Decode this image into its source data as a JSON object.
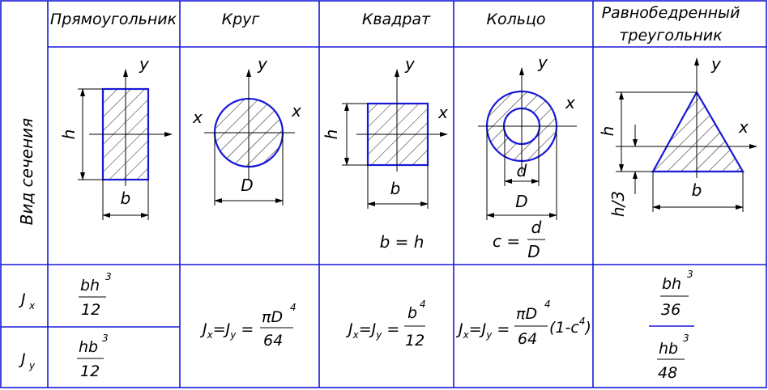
{
  "row_header": "Вид сечения",
  "columns": [
    {
      "title": "Прямоугольник"
    },
    {
      "title": "Круг"
    },
    {
      "title": "Квадрат"
    },
    {
      "title": "Кольцо"
    },
    {
      "title_line1": "Равнобедренный",
      "title_line2": "треугольник"
    }
  ],
  "axes": {
    "x": "x",
    "y": "y"
  },
  "dims": {
    "h": "h",
    "b": "b",
    "D": "D",
    "d": "d",
    "h3": "h/3"
  },
  "notes": {
    "square": "b = h",
    "ring_c": "c =",
    "ring_num": "d",
    "ring_den": "D"
  },
  "moments": {
    "jx": "J",
    "jx_sub": "x",
    "jy": "J",
    "jy_sub": "y",
    "rect_jx_num": "bh",
    "rect_jx_exp": "3",
    "rect_jx_den": "12",
    "rect_jy_num": "hb",
    "rect_jy_exp": "3",
    "rect_jy_den": "12",
    "circle_lhs": "J",
    "circle_lhs_sub1": "x",
    "circle_eq1": "=J",
    "circle_lhs_sub2": "y",
    "circle_eq2": " =",
    "circle_num": "πD",
    "circle_exp": "4",
    "circle_den": "64",
    "square_lhs": "J",
    "square_sub1": "x",
    "square_eq1": "=J",
    "square_sub2": "y",
    "square_eq2": " =",
    "square_num": "b",
    "square_exp": "4",
    "square_den": "12",
    "ring_lhs": "J",
    "ring_sub1": "x",
    "ring_eq1": "=J",
    "ring_sub2": "y",
    "ring_eq2": " =",
    "ring_num": "πD",
    "ring_exp": "4",
    "ring_den": "64",
    "ring_factor": "(1-c",
    "ring_factor_exp": "4",
    "ring_factor_end": ")",
    "tri_jx_num": "bh",
    "tri_jx_exp": "3",
    "tri_jx_den": "36",
    "tri_jy_num": "hb",
    "tri_jy_exp": "3",
    "tri_jy_den": "48"
  },
  "colors": {
    "lines": "#1818d8",
    "text": "#000000"
  }
}
